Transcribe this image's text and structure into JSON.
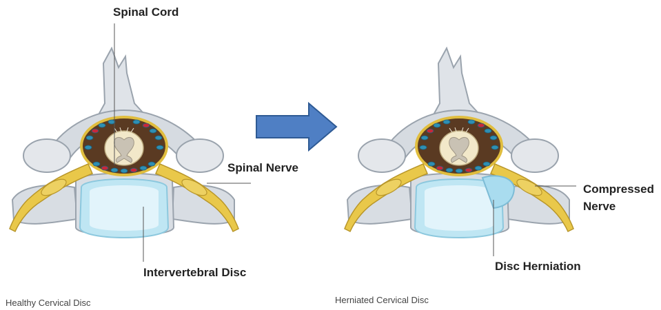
{
  "labels": {
    "spinal_cord": "Spinal Cord",
    "spinal_nerve": "Spinal Nerve",
    "intervertebral_disc": "Intervertebral Disc",
    "compressed_nerve_line1": "Compressed",
    "compressed_nerve_line2": "Nerve",
    "disc_herniation": "Disc Herniation"
  },
  "captions": {
    "healthy": "Healthy Cervical Disc",
    "herniated": "Herniated Cervical Disc"
  },
  "colors": {
    "bone": "#dfe3e8",
    "bone_edge": "#9aa3ad",
    "nerve": "#e9c84a",
    "disc": "#bfe6f3",
    "cord": "#f2e8c9",
    "arrow": "#4f7fc4",
    "arrow_edge": "#2e5a94",
    "vein_blue": "#2f8fb3",
    "vein_red": "#c8283a"
  }
}
